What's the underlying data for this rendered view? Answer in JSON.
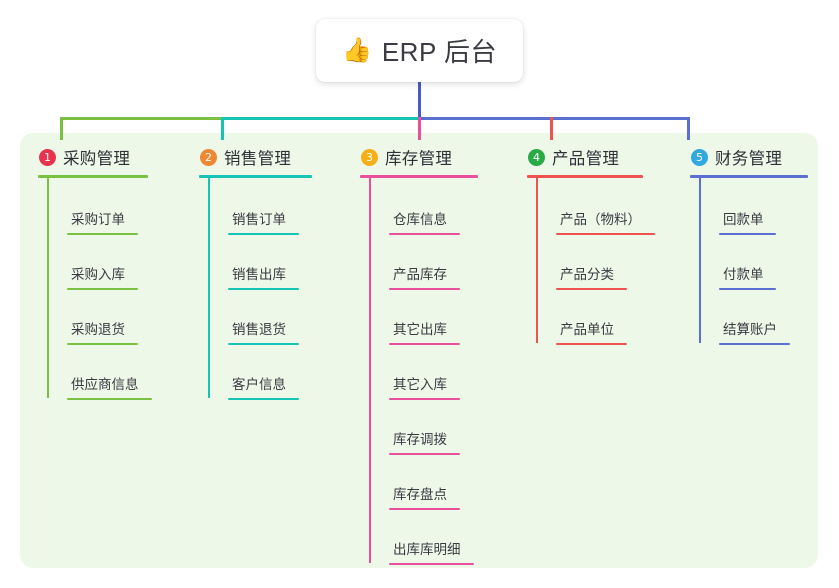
{
  "diagram": {
    "type": "mind-map",
    "root": {
      "icon": "thumbs-up-icon",
      "icon_glyph": "👍",
      "title": "ERP 后台"
    },
    "background_color": "#eef8e9",
    "root_stem_color": "#4a5bc4",
    "branches": [
      {
        "index": "1",
        "badge_glyph": "1",
        "badge_color": "#e8344e",
        "line_color": "#7ac143",
        "title": "采购管理",
        "items": [
          "采购订单",
          "采购入库",
          "采购退货",
          "供应商信息"
        ]
      },
      {
        "index": "2",
        "badge_glyph": "2",
        "badge_color": "#f08732",
        "line_color": "#17c3b2",
        "title": "销售管理",
        "items": [
          "销售订单",
          "销售出库",
          "销售退货",
          "客户信息"
        ]
      },
      {
        "index": "3",
        "badge_glyph": "3",
        "badge_color": "#f5b017",
        "line_color": "#e8509c",
        "title": "库存管理",
        "items": [
          "仓库信息",
          "产品库存",
          "其它出库",
          "其它入库",
          "库存调拨",
          "库存盘点",
          "出库库明细"
        ]
      },
      {
        "index": "4",
        "badge_glyph": "4",
        "badge_color": "#2aa947",
        "line_color": "#ef5350",
        "title": "产品管理",
        "items": [
          "产品（物料）",
          "产品分类",
          "产品单位"
        ]
      },
      {
        "index": "5",
        "badge_glyph": "5",
        "badge_color": "#31a8e0",
        "line_color": "#5a6fd0",
        "title": "财务管理",
        "items": [
          "回款单",
          "付款单",
          "结算账户"
        ]
      }
    ]
  }
}
